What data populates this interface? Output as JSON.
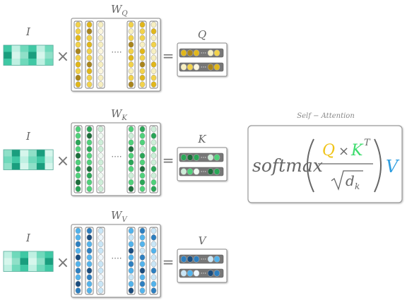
{
  "rows": [
    {
      "key": "q",
      "input_label": "I",
      "weight_label": "W",
      "weight_subscript": "Q",
      "output_label": "Q",
      "times_symbol": "×",
      "equals_symbol": "=",
      "dots": "····",
      "out_dots": "···",
      "colors": {
        "light": "#f7efc0",
        "mid": "#f2d24a",
        "strong": "#e1b71a",
        "dark": "#a9851c",
        "pale": "#fbf6de"
      }
    },
    {
      "key": "k",
      "input_label": "I",
      "weight_label": "W",
      "weight_subscript": "K",
      "output_label": "K",
      "times_symbol": "×",
      "equals_symbol": "=",
      "dots": "····",
      "out_dots": "···",
      "colors": {
        "light": "#cdeed8",
        "mid": "#4fd17a",
        "strong": "#2aa657",
        "dark": "#1d6e3b",
        "pale": "#eef9f1"
      }
    },
    {
      "key": "v",
      "input_label": "I",
      "weight_label": "W",
      "weight_subscript": "V",
      "output_label": "V",
      "times_symbol": "×",
      "equals_symbol": "=",
      "dots": "····",
      "out_dots": "···",
      "colors": {
        "light": "#c9e6f7",
        "mid": "#52b3ec",
        "strong": "#2d7fc0",
        "dark": "#1b4d7e",
        "pale": "#edf6fc"
      }
    }
  ],
  "input_strip_colors": [
    "#3fc8a4",
    "#8fe0c8",
    "#bff0e2",
    "#1a9e7e",
    "#6fd9bb",
    "#d6f6ec"
  ],
  "self_attention": {
    "title": "Self − Attention",
    "softmax": "softmax",
    "q": "Q",
    "times": "×",
    "k": "K",
    "k_sup": "T",
    "sqrt_d": "d",
    "sqrt_sub": "k",
    "v": "V",
    "q_color": "#f0c419",
    "k_color": "#3ddc6d",
    "v_color": "#2f9ee0",
    "text_color": "#666666"
  }
}
